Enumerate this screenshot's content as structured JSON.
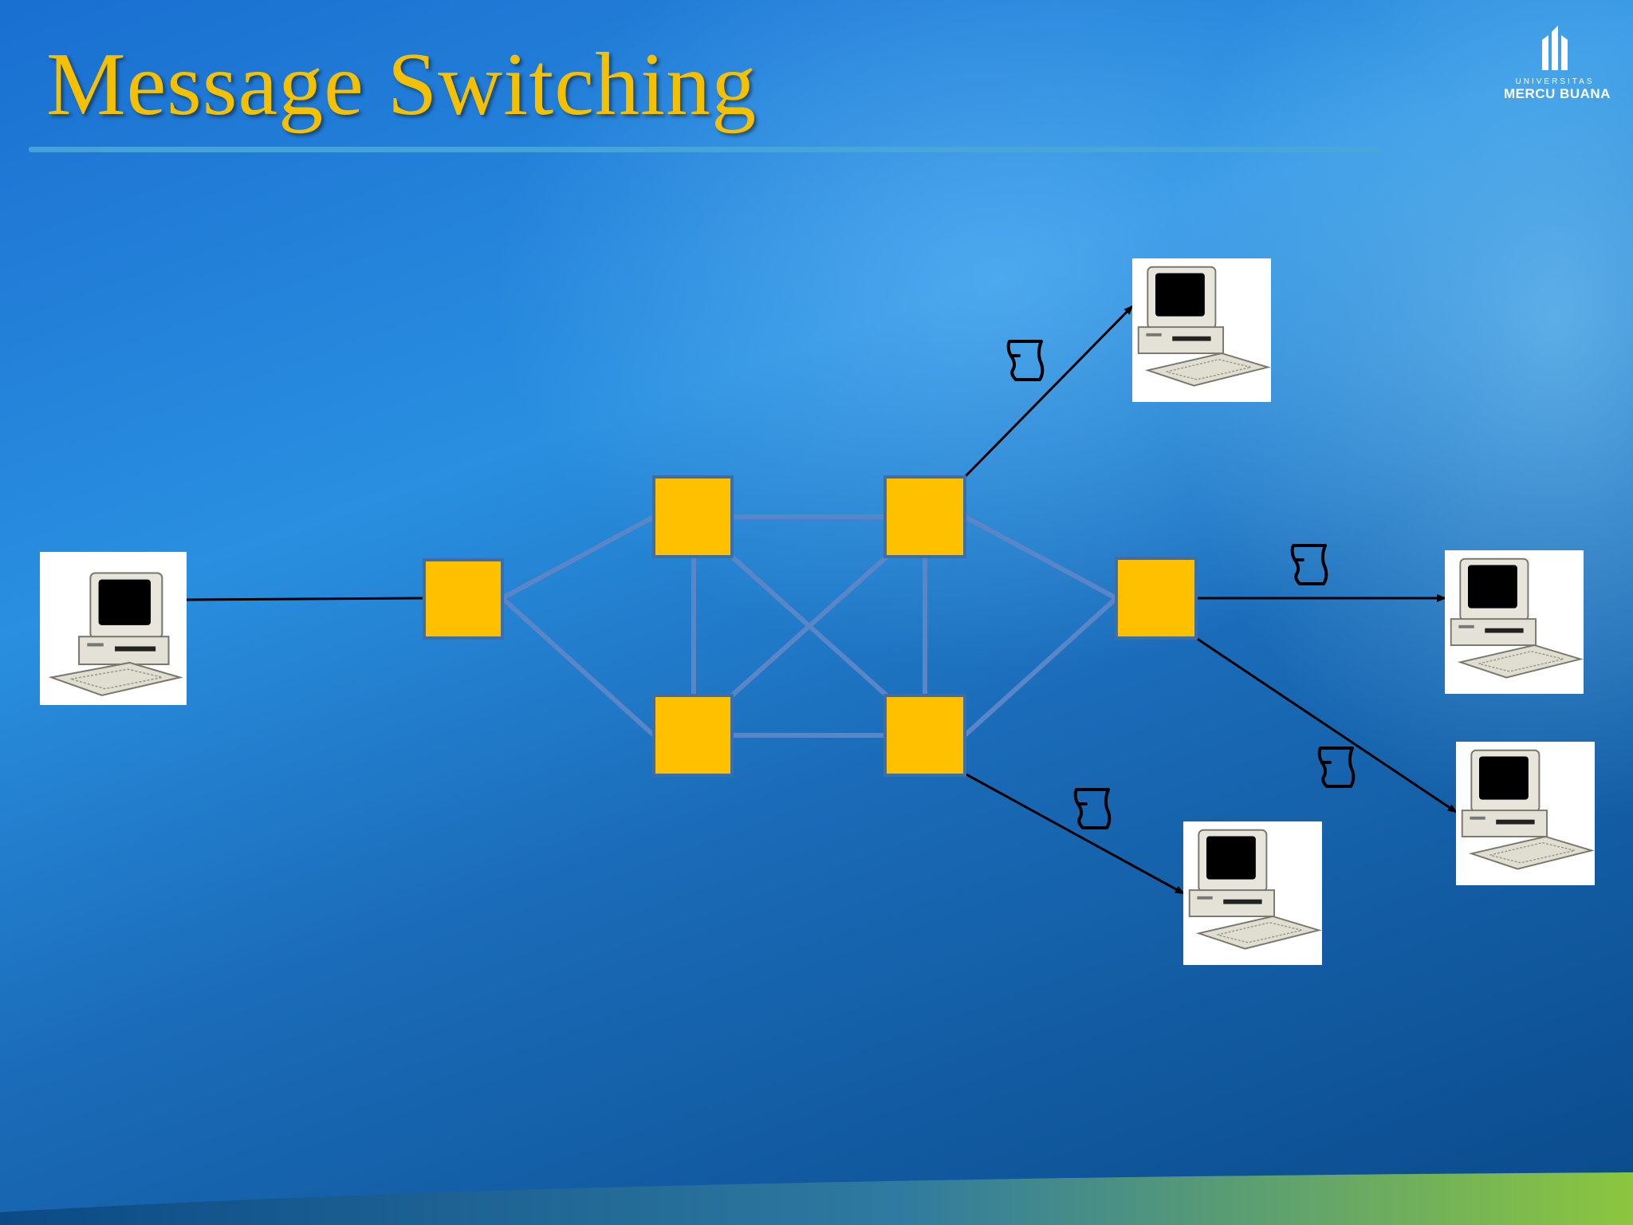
{
  "slide": {
    "title": "Message Switching",
    "logo": {
      "line1": "UNIVERSITAS",
      "line2": "MERCU BUANA"
    }
  },
  "colors": {
    "title": "#f5c000",
    "node_fill": "#ffc000",
    "node_stroke": "#3c6ea8",
    "link": "#5a86c8",
    "arrow": "#000000"
  },
  "icons": [
    "computer-icon",
    "message-scroll-icon",
    "arrow-icon",
    "logo-icon"
  ]
}
